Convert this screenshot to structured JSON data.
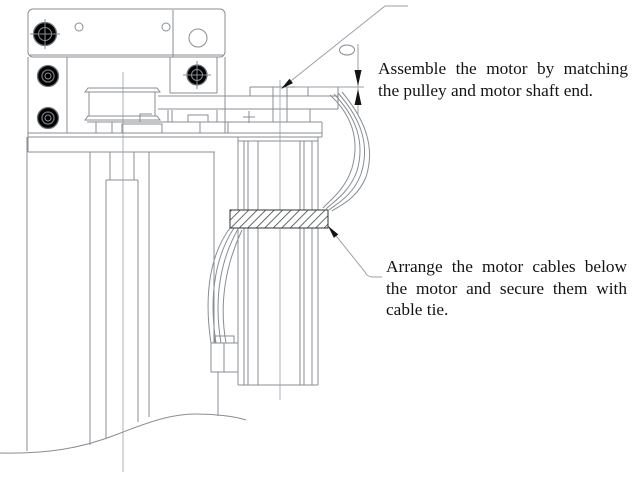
{
  "document": {
    "type": "technical-assembly-drawing",
    "background": "#ffffff"
  },
  "annotations": [
    {
      "name": "motor-shaft-note",
      "full_text": "Assemble the motor by matching the pulley and motor shaft end.",
      "lines": [
        "Assemble the motor by matching",
        "the pulley and motor shaft end."
      ]
    },
    {
      "name": "cable-tie-note",
      "full_text": "Arrange the motor cables below the motor and secure them with cable tie.",
      "lines": [
        "Arrange the motor cables below",
        "the motor and secure them with",
        "cable tie."
      ]
    }
  ],
  "drawing": {
    "depicted_parts": [
      "mounting-bracket",
      "pulley",
      "drive-belt",
      "motor",
      "motor-shaft",
      "cable-tie",
      "motor-cables",
      "cable-connector",
      "frame-columns",
      "break-line",
      "dimension-marker"
    ],
    "colors": {
      "line": "#888e93",
      "leader": "#9aa0a5",
      "ink": "#141414",
      "hatch": "#3a3d40"
    }
  }
}
